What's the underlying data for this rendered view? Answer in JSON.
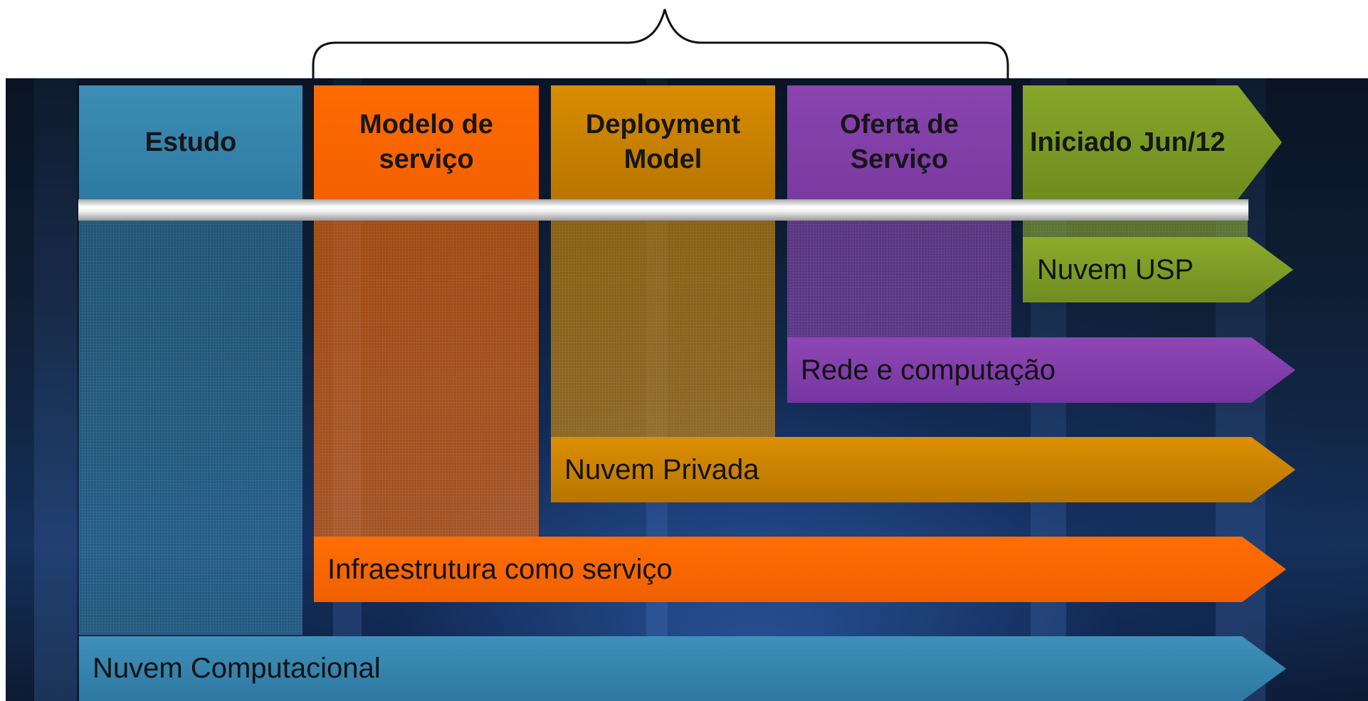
{
  "columns": [
    {
      "key": "estudo",
      "label": "Estudo",
      "color": "#2e7aa3"
    },
    {
      "key": "modelo",
      "label": "Modelo de\nserviço",
      "color": "#ff6a00"
    },
    {
      "key": "deploy",
      "label": "Deployment\nModel",
      "color": "#d88c00"
    },
    {
      "key": "oferta",
      "label": "Oferta de\nServiço",
      "color": "#8a44b0"
    },
    {
      "key": "iniciado",
      "label": "Iniciado Jun/12",
      "color": "#87a62a"
    }
  ],
  "arrows": [
    {
      "key": "usp",
      "label": "Nuvem USP",
      "color": "#7a991f"
    },
    {
      "key": "rede",
      "label": "Rede e computação",
      "color": "#8a44b0"
    },
    {
      "key": "privada",
      "label": "Nuvem Privada",
      "color": "#d88c00"
    },
    {
      "key": "iaas",
      "label": "Infraestrutura como serviço",
      "color": "#ff6a00"
    },
    {
      "key": "nuvem",
      "label": "Nuvem Computacional",
      "color": "#2e7aa3"
    }
  ]
}
